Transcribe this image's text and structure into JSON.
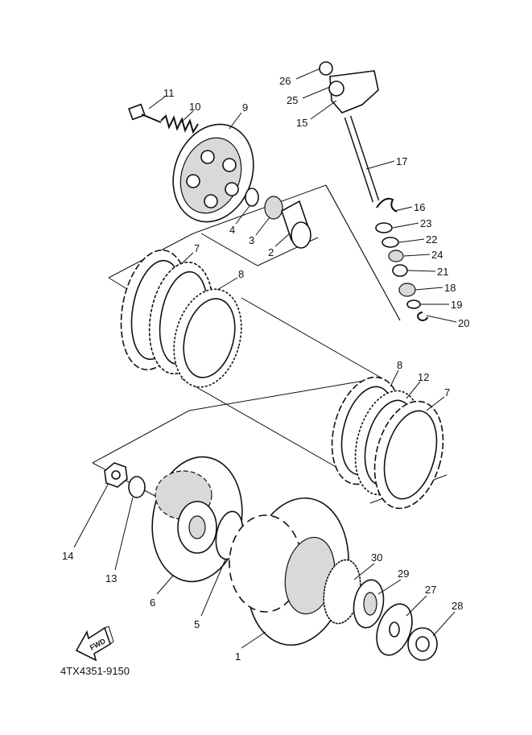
{
  "diagram": {
    "part_code": "4TX4351-9150",
    "fwd_label": "FWD",
    "callouts": [
      "11",
      "10",
      "9",
      "26",
      "25",
      "15",
      "17",
      "16",
      "23",
      "22",
      "24",
      "21",
      "18",
      "19",
      "20",
      "4",
      "3",
      "2",
      "7",
      "8",
      "8",
      "12",
      "7",
      "14",
      "13",
      "6",
      "5",
      "1",
      "30",
      "29",
      "27",
      "28"
    ]
  }
}
